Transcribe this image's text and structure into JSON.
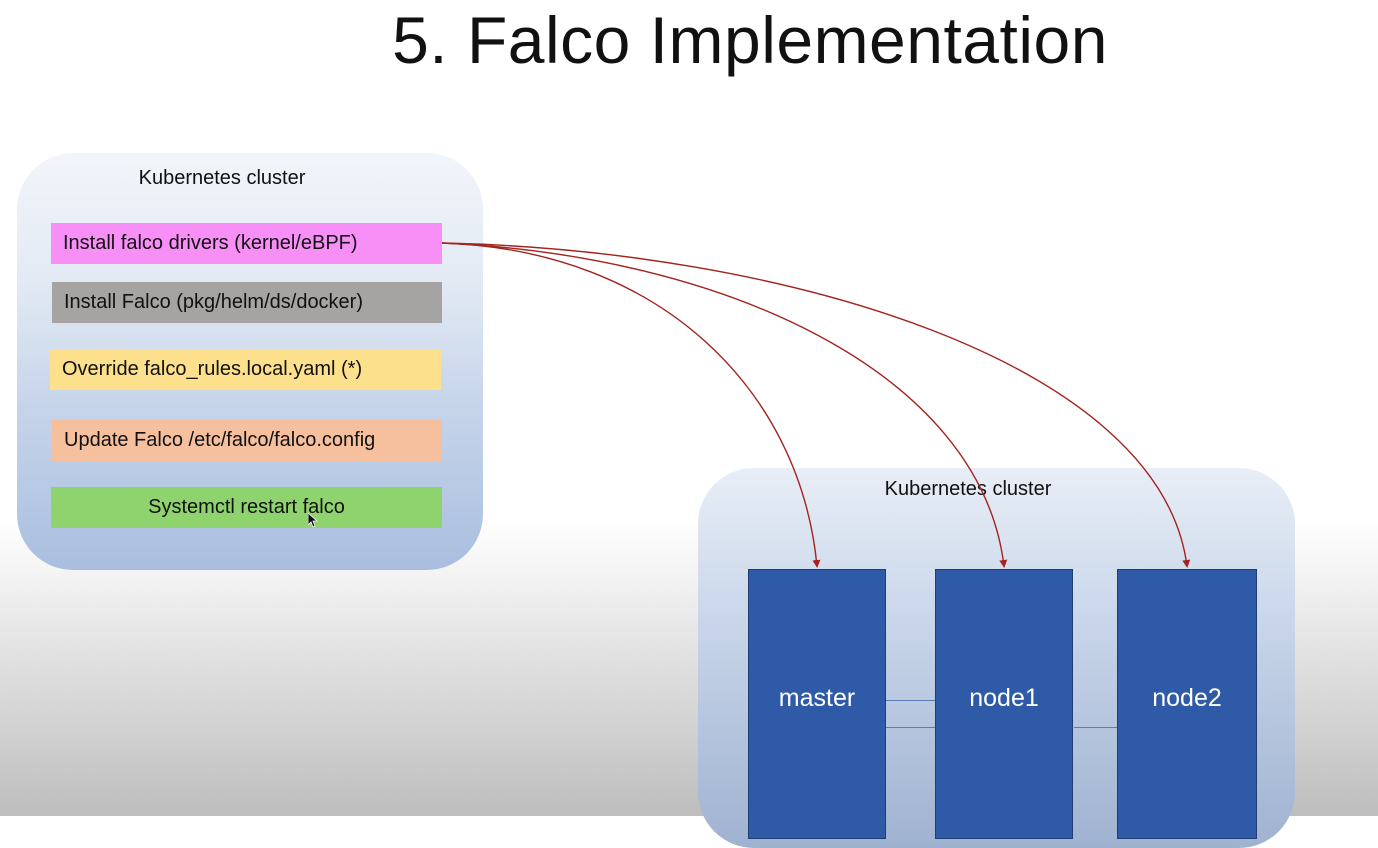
{
  "title": "5. Falco Implementation",
  "left_cluster": {
    "label": "Kubernetes cluster",
    "steps": [
      {
        "label": "Install falco drivers (kernel/eBPF)",
        "color": "#f78ff7"
      },
      {
        "label": "Install Falco (pkg/helm/ds/docker)",
        "color": "#a6a4a2"
      },
      {
        "label": "Override falco_rules.local.yaml (*)",
        "color": "#fde08c"
      },
      {
        "label": "Update Falco /etc/falco/falco.config",
        "color": "#f6c09f"
      },
      {
        "label": "Systemctl restart falco",
        "color": "#8fd36f"
      }
    ]
  },
  "right_cluster": {
    "label": "Kubernetes cluster",
    "nodes": [
      {
        "label": "master"
      },
      {
        "label": "node1"
      },
      {
        "label": "node2"
      }
    ]
  },
  "colors": {
    "arrow": "#a4231c",
    "node_fill": "#2f5aa8"
  }
}
